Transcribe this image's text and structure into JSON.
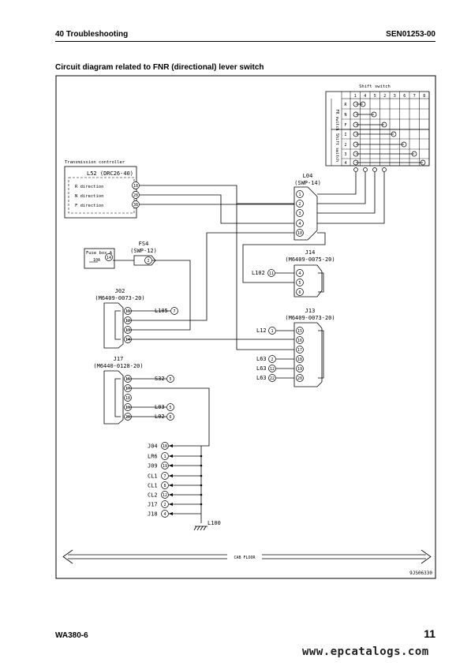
{
  "header": {
    "section": "40 Troubleshooting",
    "doc_code": "SEN01253-00"
  },
  "title": "Circuit diagram related to FNR (directional) lever switch",
  "shift_switch": {
    "title": "Shift switch",
    "columns": [
      "1",
      "4",
      "5",
      "2",
      "3",
      "6",
      "7",
      "8"
    ],
    "rows": [
      "R",
      "N",
      "F",
      "I",
      "2",
      "3",
      "4"
    ],
    "group_fr": "FR switch",
    "group_shift": "Shift switch"
  },
  "transmission_controller": {
    "title": "Transmission controller",
    "connector": "L52 (DRC26-40)",
    "pins": [
      {
        "label": "R direction",
        "pin": "18"
      },
      {
        "label": "N direction",
        "pin": "28"
      },
      {
        "label": "F direction",
        "pin": "38"
      }
    ]
  },
  "L04": {
    "name": "L04",
    "type": "(SWP-14)",
    "pins": [
      "1",
      "2",
      "3",
      "4",
      "10"
    ]
  },
  "fuse_box": {
    "label": "Fuse box A",
    "rating": "10A",
    "pin": "14"
  },
  "FS4": {
    "name": "FS4",
    "type": "(SWP-12)",
    "pin": "2"
  },
  "J14": {
    "name": "J14",
    "type": "(M6409-0075-20)",
    "pins": [
      "4",
      "5",
      "6"
    ],
    "out": {
      "label": "L102",
      "pin": "11"
    }
  },
  "J02": {
    "name": "J02",
    "type": "(M6409-0073-20)",
    "pins": [
      "11",
      "12",
      "13",
      "14"
    ],
    "out": {
      "label": "L105",
      "pin": "7"
    }
  },
  "J13": {
    "name": "J13",
    "type": "(M6409-0073-20)",
    "pins": [
      "15",
      "16",
      "17",
      "18",
      "19",
      "20"
    ],
    "outs": [
      {
        "label": "L12",
        "pin": "1"
      },
      {
        "label": "L63",
        "pin": "2"
      },
      {
        "label": "L63",
        "pin": "12"
      },
      {
        "label": "L63",
        "pin": "22"
      }
    ]
  },
  "J17": {
    "name": "J17",
    "type": "(M6440-0128-20)",
    "pins": [
      "16",
      "17",
      "18",
      "19",
      "20"
    ],
    "outs": [
      {
        "label": "S32",
        "pin": "5"
      },
      {
        "label": "L03",
        "pin": "5"
      },
      {
        "label": "L02",
        "pin": "6"
      }
    ]
  },
  "ground_bus": {
    "items": [
      {
        "label": "J04",
        "pin": "18"
      },
      {
        "label": "LR6",
        "pin": "1"
      },
      {
        "label": "J09",
        "pin": "19"
      },
      {
        "label": "CL1",
        "pin": "7"
      },
      {
        "label": "CL1",
        "pin": "8"
      },
      {
        "label": "CL2",
        "pin": "12"
      },
      {
        "label": "J17",
        "pin": "2"
      },
      {
        "label": "J18",
        "pin": "4"
      }
    ],
    "ground": "L100"
  },
  "cab_floor": "CAB FLOOR",
  "figure_code": "9JS06330",
  "footer": {
    "model": "WA380-6",
    "page": "11"
  },
  "watermark": "www.epcatalogs.com"
}
